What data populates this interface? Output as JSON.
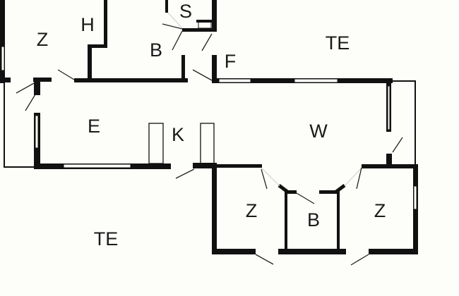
{
  "rooms": [
    {
      "id": "z-topleft",
      "label": "Z"
    },
    {
      "id": "h",
      "label": "H"
    },
    {
      "id": "s",
      "label": "S"
    },
    {
      "id": "b-top",
      "label": "B"
    },
    {
      "id": "f",
      "label": "F"
    },
    {
      "id": "te-top",
      "label": "TE"
    },
    {
      "id": "e",
      "label": "E"
    },
    {
      "id": "k",
      "label": "K"
    },
    {
      "id": "w",
      "label": "W"
    },
    {
      "id": "z-bottom-left",
      "label": "Z"
    },
    {
      "id": "b-bottom",
      "label": "B"
    },
    {
      "id": "z-bottom-right",
      "label": "Z"
    },
    {
      "id": "te-bottom",
      "label": "TE"
    }
  ]
}
